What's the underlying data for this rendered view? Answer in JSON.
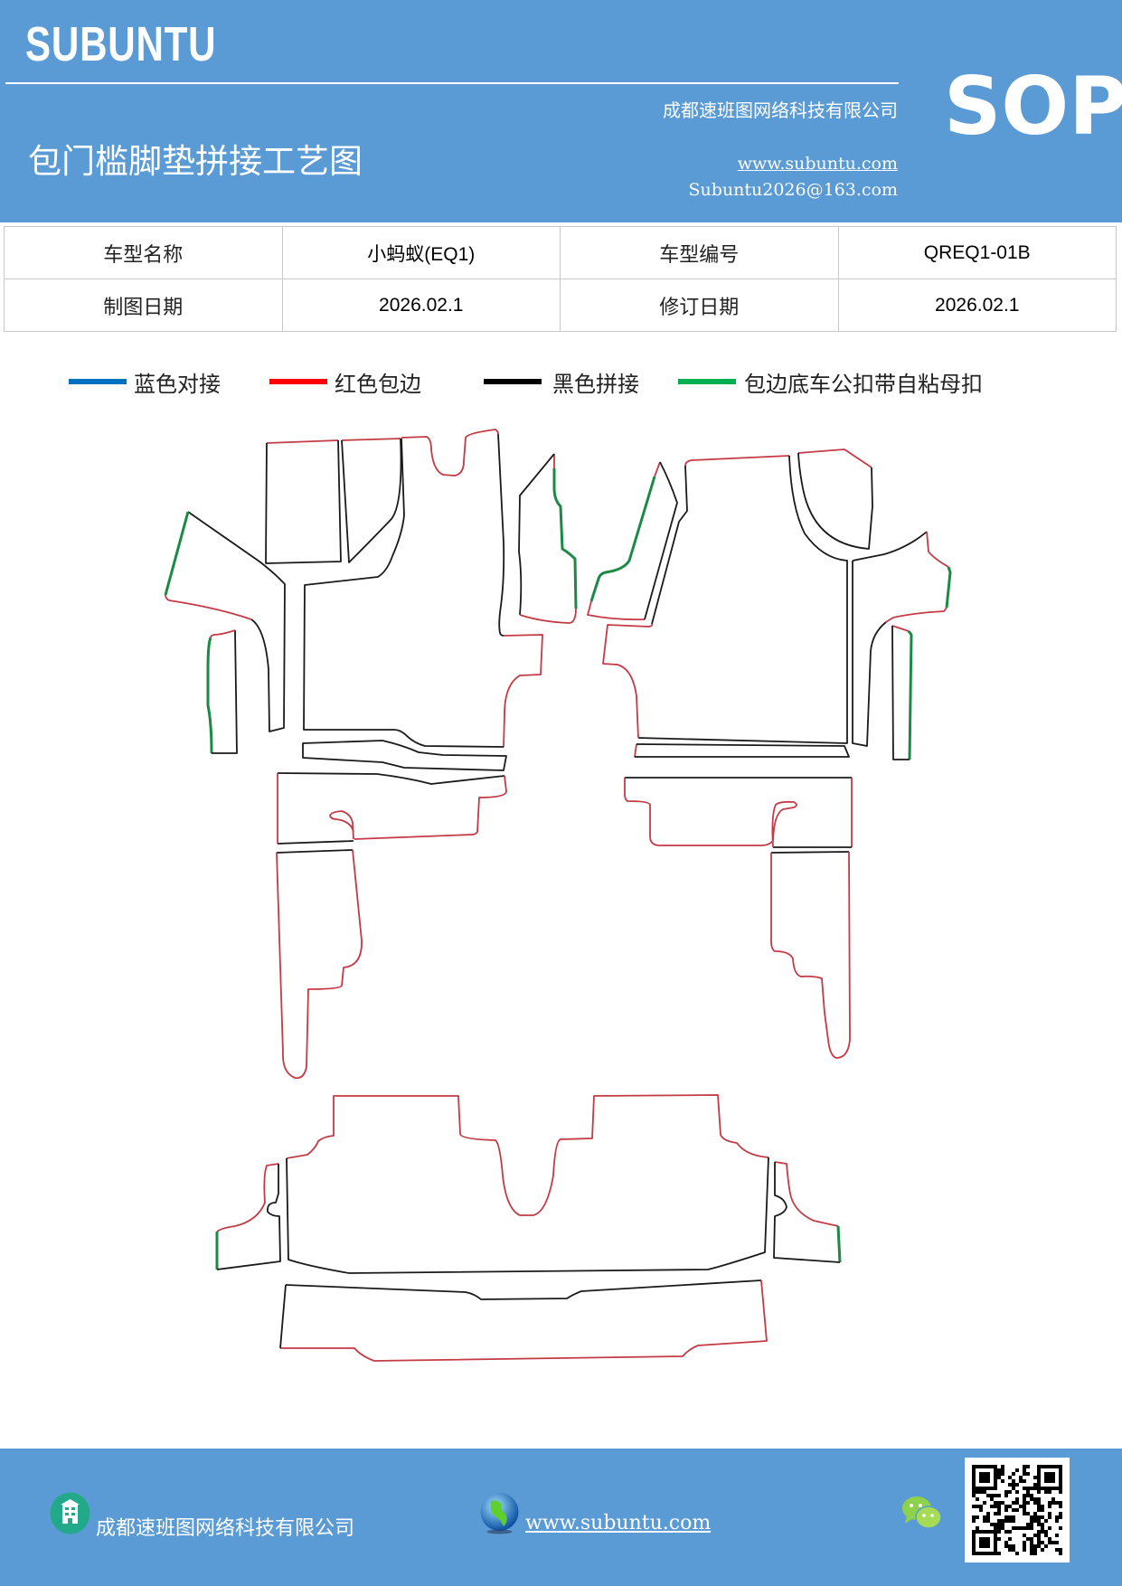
{
  "header": {
    "brand": "SUBUNTU",
    "doc_type": "SOP",
    "company": "成都速班图网络科技有限公司",
    "title": "包门槛脚垫拼接工艺图",
    "website": "www.subuntu.com",
    "email": "Subuntu2026@163.com"
  },
  "info_table": {
    "rows": [
      {
        "label1": "车型名称",
        "value1": "小蚂蚁(EQ1)",
        "label2": "车型编号",
        "value2": "QREQ1-01B"
      },
      {
        "label1": "制图日期",
        "value1": "2026.02.1",
        "label2": "修订日期",
        "value2": "2026.02.1"
      }
    ]
  },
  "legend": [
    {
      "label": "蓝色对接",
      "color": "#0070c0"
    },
    {
      "label": "红色包边",
      "color": "#ff0000"
    },
    {
      "label": "黑色拼接",
      "color": "#000000"
    },
    {
      "label": "包边底车公扣带自粘母扣",
      "color": "#00b050"
    }
  ],
  "drawing_colors": {
    "red_edge": "#c43a45",
    "black_edge": "#1a1a1a",
    "green_edge": "#1b8a45"
  },
  "footer": {
    "company": "成都速班图网络科技有限公司",
    "website": "www.subuntu.com",
    "icons": [
      "building-icon",
      "globe-icon",
      "wechat-icon",
      "qr-code"
    ]
  }
}
